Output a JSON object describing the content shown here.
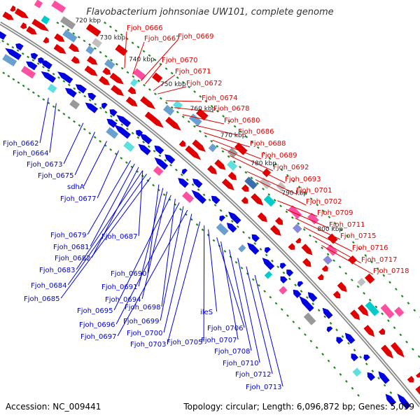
{
  "title": "Flavobacterium johnsoniae UW101, complete genome",
  "accession": "Accession: NC_009441",
  "summary": "Topology: circular; Length: 6,096,872 bp; Genes: 5,099",
  "colors": {
    "plus": "#e00000",
    "minus": "#0000e0",
    "backbone": "#888888",
    "tick": "#228822"
  },
  "ticks": [
    "720 kbp",
    "730 kbp",
    "740 kbp",
    "750 kbp",
    "760 kbp",
    "770 kbp",
    "780 kbp",
    "790 kbp",
    "800 kbp"
  ],
  "labels_right": [
    "Fjoh_0666",
    "Fjoh_0667",
    "Fjoh_0669",
    "Fjoh_0670",
    "Fjoh_0671",
    "Fjoh_0672",
    "Fjoh_0674",
    "Fjoh_0678",
    "Fjoh_0680",
    "Fjoh_0686",
    "Fjoh_0688",
    "Fjoh_0689",
    "Fjoh_0692",
    "Fjoh_0693",
    "Fjoh_0701",
    "Fjoh_0702",
    "Fjoh_0709",
    "Fjoh_0711",
    "Fjoh_0715",
    "Fjoh_0716",
    "Fjoh_0717",
    "Fjoh_0718"
  ],
  "labels_left": [
    "Fjoh_0662",
    "Fjoh_0664",
    "Fjoh_0673",
    "Fjoh_0675",
    "sdhA",
    "Fjoh_0677",
    "Fjoh_0679",
    "Fjoh_0687",
    "Fjoh_0681",
    "Fjoh_0682",
    "Fjoh_0683",
    "Fjoh_0690",
    "Fjoh_0684",
    "Fjoh_0691",
    "Fjoh_0685",
    "Fjoh_0694",
    "Fjoh_0695",
    "Fjoh_0698",
    "Fjoh_0696",
    "Fjoh_0699",
    "Fjoh_0697",
    "Fjoh_0700",
    "Fjoh_0703",
    "ileS",
    "Fjoh_0705",
    "Fjoh_0706",
    "Fjoh_0707",
    "Fjoh_0708",
    "Fjoh_0710",
    "Fjoh_0712",
    "Fjoh_0713"
  ]
}
